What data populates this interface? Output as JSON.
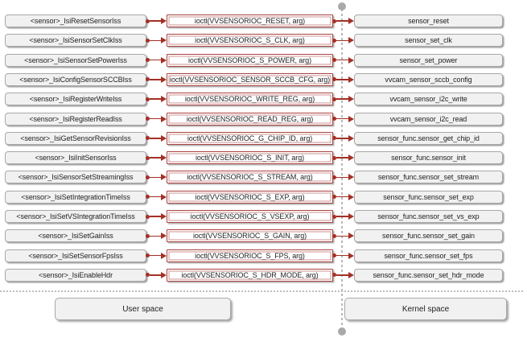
{
  "diagram": {
    "rows": [
      {
        "user": "<sensor>_IsiResetSensorIss",
        "ioctl": "ioctl(VVSENSORIOC_RESET, arg)",
        "kernel": "sensor_reset"
      },
      {
        "user": "<sensor>_IsiSensorSetClkIss",
        "ioctl": "ioctl(VVSENSORIOC_S_CLK, arg)",
        "kernel": "sensor_set_clk"
      },
      {
        "user": "<sensor>_IsiSensorSetPowerIss",
        "ioctl": "ioctl(VVSENSORIOC_S_POWER, arg)",
        "kernel": "sensor_set_power"
      },
      {
        "user": "<sensor>_IsiConfigSensorSCCBIss",
        "ioctl": "ioctl(VVSENSORIOC_SENSOR_SCCB_CFG, arg)",
        "kernel": "vvcam_sensor_sccb_config"
      },
      {
        "user": "<sensor>_IsiRegisterWriteIss",
        "ioctl": "ioctl(VVSENSORIOC_WRITE_REG, arg)",
        "kernel": "vvcam_sensor_i2c_write"
      },
      {
        "user": "<sensor>_IsiRegisterReadIss",
        "ioctl": "ioctl(VVSENSORIOC_READ_REG, arg)",
        "kernel": "vvcam_sensor_i2c_read"
      },
      {
        "user": "<sensor>_IsiGetSensorRevisionIss",
        "ioctl": "ioctl(VVSENSORIOC_G_CHIP_ID, arg)",
        "kernel": "sensor_func.sensor_get_chip_id"
      },
      {
        "user": "<sensor>_IsiInitSensorIss",
        "ioctl": "ioctl(VVSENSORIOC_S_INIT, arg)",
        "kernel": "sensor_func.sensor_init"
      },
      {
        "user": "<sensor>_IsiSensorSetStreamingIss",
        "ioctl": "ioctl(VVSENSORIOC_S_STREAM, arg)",
        "kernel": "sensor_func.sensor_set_stream"
      },
      {
        "user": "<sensor>_IsiSetIntegrationTimeIss",
        "ioctl": "ioctl(VVSENSORIOC_S_EXP, arg)",
        "kernel": "sensor_func.sensor_set_exp"
      },
      {
        "user": "<sensor>_IsiSetVSIntegrationTimeIss",
        "ioctl": "ioctl(VVSENSORIOC_S_VSEXP, arg)",
        "kernel": "sensor_func.sensor_set_vs_exp"
      },
      {
        "user": "<sensor>_IsiSetGainIss",
        "ioctl": "ioctl(VVSENSORIOC_S_GAIN, arg)",
        "kernel": "sensor_func.sensor_set_gain"
      },
      {
        "user": "<sensor>_IsiSetSensorFpsIss",
        "ioctl": "ioctl(VVSENSORIOC_S_FPS, arg)",
        "kernel": "sensor_func.sensor_set_fps"
      },
      {
        "user": "<sensor>_IsiEnableHdr",
        "ioctl": "ioctl(VVSENSORIOC_S_HDR_MODE, arg)",
        "kernel": "sensor_func.sensor_set_hdr_mode"
      }
    ],
    "footer": {
      "user_space": "User space",
      "kernel_space": "Kernel space"
    },
    "colors": {
      "connector_red": "#a33026",
      "ioctl_border_red": "#a94442",
      "ioctl_inner_red": "#cf9191",
      "gray_box_bg": "#f1f1f1",
      "gray_box_border": "#a8a8a8",
      "divider_gray": "#b8b8b8"
    }
  }
}
